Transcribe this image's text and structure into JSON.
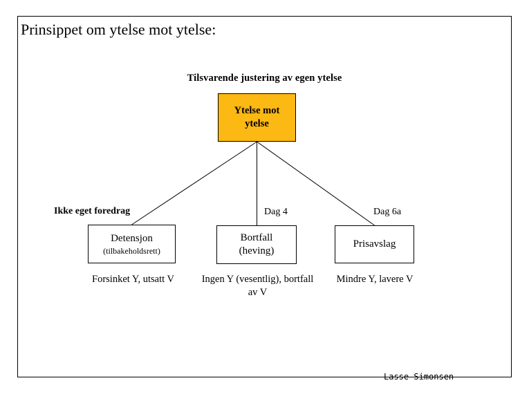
{
  "slide": {
    "title": "Prinsippet om ytelse mot ytelse:",
    "top_caption": "Tilsvarende justering av egen ytelse",
    "background_color": "#ffffff",
    "frame_color": "#000000"
  },
  "root_node": {
    "line1": "Ytelse mot",
    "line2": "ytelse",
    "fill_color": "#FCB813",
    "border_color": "#000000"
  },
  "branches": [
    {
      "edge_label": "Ikke eget foredrag",
      "edge_label_bold": true,
      "box_line1": "Detensjon",
      "box_line2": "(tilbakeholdsrett)",
      "box_line2_small": true,
      "caption": "Forsinket Y, utsatt V"
    },
    {
      "edge_label": "Dag 4",
      "edge_label_bold": false,
      "box_line1": "Bortfall",
      "box_line2": "(heving)",
      "box_line2_small": false,
      "caption": "Ingen Y (vesentlig), bortfall av V"
    },
    {
      "edge_label": "Dag 6a",
      "edge_label_bold": false,
      "box_line1": "Prisavslag",
      "box_line2": "",
      "box_line2_small": false,
      "caption": "Mindre Y, lavere V"
    }
  ],
  "footer": {
    "author": "Lasse Simonsen"
  }
}
